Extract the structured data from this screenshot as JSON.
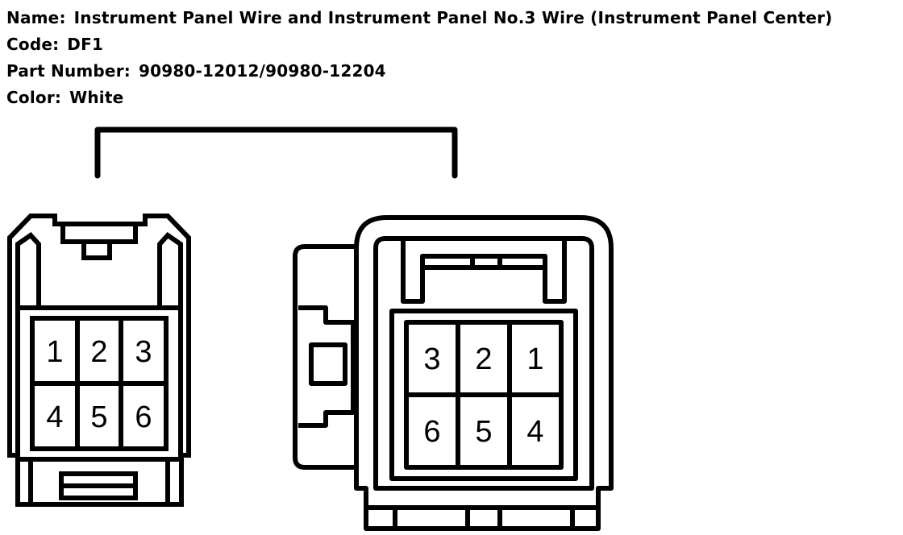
{
  "connector": {
    "name_label": "Name:",
    "name_value": "Instrument Panel Wire and Instrument Panel No.3 Wire (Instrument Panel Center)",
    "code_label": "Code:",
    "code_value": "DF1",
    "part_label": "Part Number:",
    "part_value": "90980-12012/90980-12204",
    "color_label": "Color:",
    "color_value": "White"
  },
  "left_connector": {
    "pins": [
      "1",
      "2",
      "3",
      "4",
      "5",
      "6"
    ]
  },
  "right_connector": {
    "pins": [
      "3",
      "2",
      "1",
      "6",
      "5",
      "4"
    ]
  }
}
